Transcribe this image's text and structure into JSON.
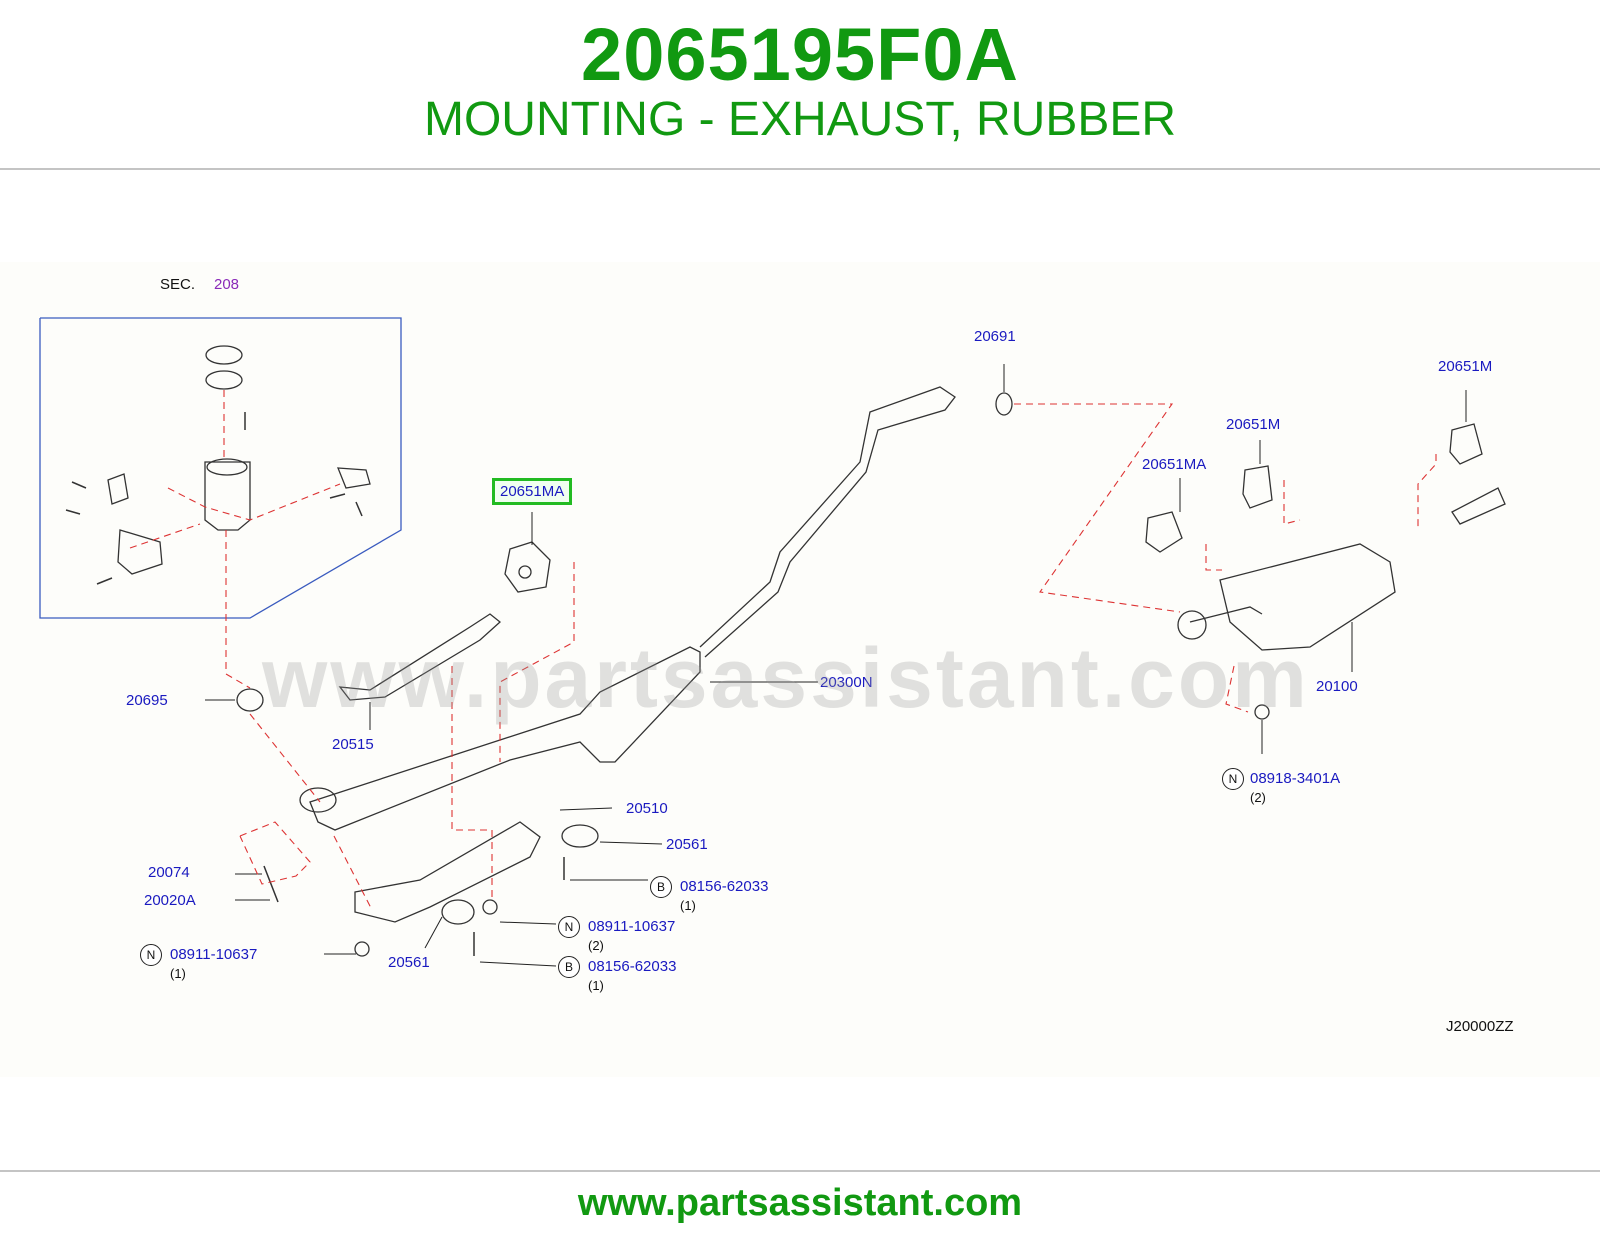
{
  "header": {
    "part_number": "2065195F0A",
    "description": "MOUNTING - EXHAUST, RUBBER"
  },
  "diagram": {
    "section_label": "SEC.",
    "section_number": "208",
    "highlighted_part": "20651MA",
    "figure_code": "J20000ZZ",
    "parts": {
      "p20691": "20691",
      "p20651M_a": "20651M",
      "p20651M_b": "20651M",
      "p20651MA_r": "20651MA",
      "p20695": "20695",
      "p20515": "20515",
      "p20300N": "20300N",
      "p20100": "20100",
      "p20510": "20510",
      "p20561_a": "20561",
      "p20561_b": "20561",
      "p20074": "20074",
      "p20020A": "20020A"
    },
    "fasteners": [
      {
        "prefix": "N",
        "number": "08918-3401A",
        "qty": "(2)"
      },
      {
        "prefix": "B",
        "number": "08156-62033",
        "qty": "(1)"
      },
      {
        "prefix": "N",
        "number": "08911-10637",
        "qty": "(2)"
      },
      {
        "prefix": "B",
        "number": "08156-62033",
        "qty": "(1)"
      },
      {
        "prefix": "N",
        "number": "08911-10637",
        "qty": "(1)"
      }
    ]
  },
  "watermark": "www.partsassistant.com",
  "footer": {
    "url": "www.partsassistant.com"
  }
}
